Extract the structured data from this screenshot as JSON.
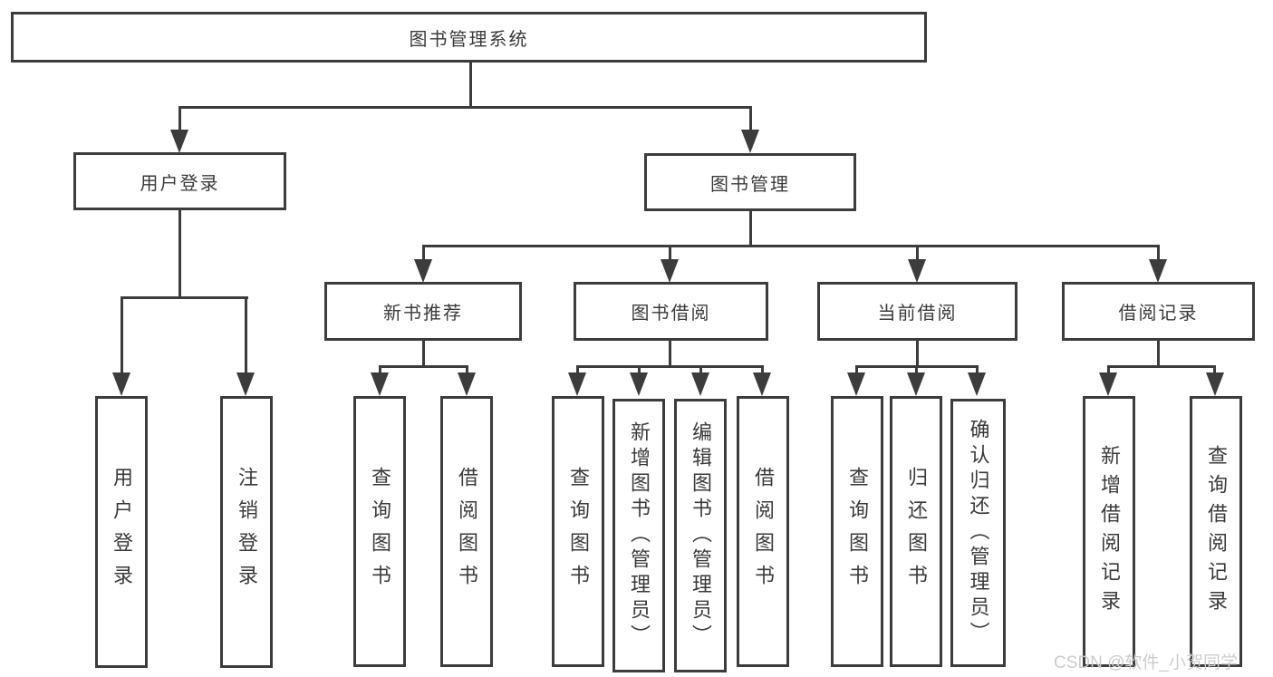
{
  "tree": {
    "root": "图书管理系统",
    "level2": [
      "用户登录",
      "图书管理"
    ],
    "level3": [
      "新书推荐",
      "图书借阅",
      "当前借阅",
      "借阅记录"
    ],
    "leaves": {
      "user": [
        "用户登录",
        "注销登录"
      ],
      "recommend": [
        "查询图书",
        "借阅图书"
      ],
      "borrow": [
        "查询图书",
        "新增图书（管理员）",
        "编辑图书（管理员）",
        "借阅图书"
      ],
      "current": [
        "查询图书",
        "归还图书",
        "确认归还（管理员）"
      ],
      "record": [
        "新增借阅记录",
        "查询借阅记录"
      ]
    }
  },
  "watermark": "CSDN @软件_小贺同学",
  "colors": {
    "line": "#3c3c3c",
    "text": "#3a3a3a",
    "watermark": "#cccccc",
    "background": "#ffffff"
  }
}
